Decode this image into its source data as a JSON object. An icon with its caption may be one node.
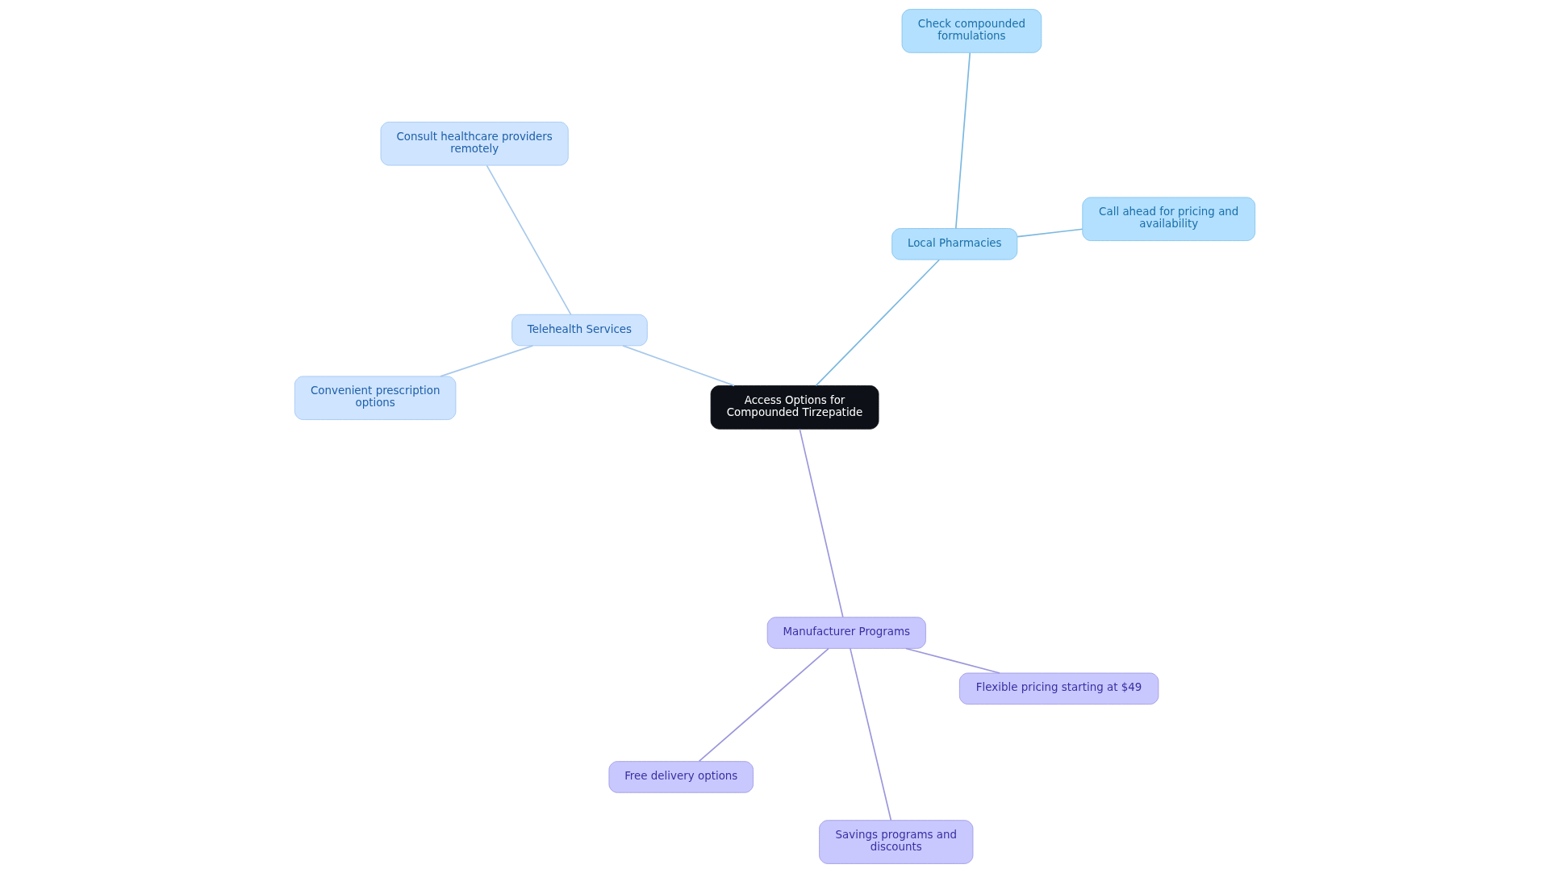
{
  "diagram": {
    "nodes": [
      {
        "text": [
          "Access Options for Compounded Tirzepatide"
        ]
      },
      {
        "text": [
          "Local Pharmacies"
        ]
      },
      {
        "text": [
          "Call ahead for pricing and availability"
        ]
      },
      {
        "text": [
          "Check compounded formulations"
        ]
      },
      {
        "text": [
          "Telehealth Services"
        ]
      },
      {
        "text": [
          "Consult healthcare providers remotely"
        ]
      },
      {
        "text": [
          "Convenient prescription options"
        ]
      },
      {
        "text": [
          "Manufacturer Programs"
        ]
      },
      {
        "text": [
          "Free delivery options"
        ]
      },
      {
        "text": [
          "Flexible pricing starting at $49"
        ]
      },
      {
        "text": [
          "Savings programs and discounts"
        ]
      }
    ],
    "edges": [
      {
        "from": 0,
        "to": 1,
        "arrow": "none",
        "color": "#7ab8e0"
      },
      {
        "from": 1,
        "to": 2,
        "arrow": "none",
        "color": "#7ab8e0"
      },
      {
        "from": 1,
        "to": 3,
        "arrow": "none",
        "color": "#7ab8e0"
      },
      {
        "from": 0,
        "to": 4,
        "arrow": "none",
        "color": "#a6c8ec"
      },
      {
        "from": 4,
        "to": 5,
        "arrow": "none",
        "color": "#a6c8ec"
      },
      {
        "from": 4,
        "to": 6,
        "arrow": "none",
        "color": "#a6c8ec"
      },
      {
        "from": 0,
        "to": 7,
        "arrow": "none",
        "color": "#9b97dc"
      },
      {
        "from": 7,
        "to": 8,
        "arrow": "none",
        "color": "#9b97dc"
      },
      {
        "from": 7,
        "to": 9,
        "arrow": "none",
        "color": "#9b97dc"
      },
      {
        "from": 7,
        "to": 10,
        "arrow": "none",
        "color": "#9b97dc"
      }
    ]
  }
}
